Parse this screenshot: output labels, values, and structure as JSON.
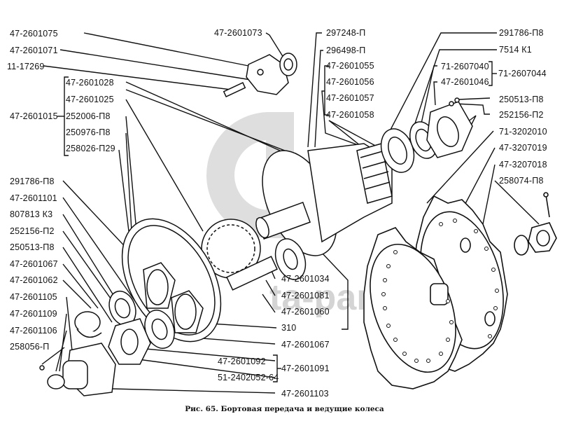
{
  "figure": {
    "caption": "Рис. 65. Бортовая передача и ведущие колеса",
    "watermark": "ta-parts"
  },
  "labels": {
    "left": [
      "47-2601075",
      "47-2601071",
      "11-17269",
      "47-2601015",
      "291786-П8",
      "47-2601101",
      "807813 К3",
      "252156-П2",
      "250513-П8",
      "47-2601067",
      "47-2601062",
      "47-2601105",
      "47-2601109",
      "47-2601106",
      "258056-П"
    ],
    "left_group": [
      "47-2601028",
      "47-2601025",
      "252006-П8",
      "250976-П8",
      "258026-П29"
    ],
    "top_center": [
      "47-2601073",
      "297248-П",
      "296498-П"
    ],
    "center_group": [
      "47-2601055",
      "47-2601056",
      "47-2601057",
      "47-2601058"
    ],
    "right": [
      "291786-П8",
      "7514 К1",
      "71-2607040",
      "47-2601046",
      "71-2607044",
      "250513-П8",
      "252156-П2",
      "71-3202010",
      "47-3207019",
      "47-3207018",
      "258074-П8"
    ],
    "bottom_center": [
      "47-2601034",
      "47-2601081",
      "47-2601060",
      "310",
      "47-2601067",
      "47-2601092",
      "51-2402052-64",
      "47-2601091",
      "47-2601103"
    ]
  }
}
